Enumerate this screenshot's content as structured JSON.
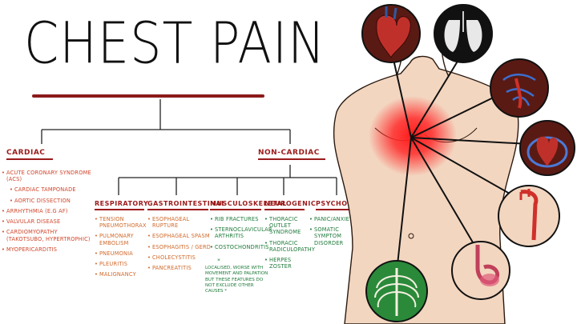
{
  "title": "CHEST PAIN",
  "cardiac": {
    "heading": "Cardiac",
    "items": [
      "Acute Coronary Syndrome (ACS)",
      "Cardiac Tamponade",
      "Aortic Dissection",
      "Arrhythmia (e.g AF)",
      "Valvular Disease",
      "Cardiomyopathy (Takotsubo, Hypertrophic)",
      "Myopericarditis"
    ]
  },
  "non_cardiac": {
    "heading": "Non-Cardiac",
    "respiratory": {
      "heading": "Respiratory",
      "items": [
        "Tension Pneumothorax",
        "Pulmonary Embolism",
        "Pneumonia",
        "Pleuritis",
        "Malignancy"
      ]
    },
    "gastrointestinal": {
      "heading": "Gastrointestinal",
      "items": [
        "Esophageal Rupture",
        "Esophageal Spasm",
        "Esophagitis / GERD",
        "Cholecystitis",
        "Pancreatitis"
      ]
    },
    "musculoskeletal": {
      "heading": "Musculoskeletal",
      "items": [
        "Rib Fractures",
        "Sternoclavicular Arthritis",
        "Costochondritis"
      ],
      "note_mark": "*",
      "note": "Localised, worse with movement and palpation but these features do not exclude other causes *"
    },
    "neurogenic": {
      "heading": "Neurogenic",
      "items": [
        "Thoracic Outlet Syndrome",
        "Thoracic Radiculopathy",
        "Herpes Zoster"
      ]
    },
    "psychogenic": {
      "heading": "Psychogenic",
      "items": [
        "Panic/Anxiety",
        "Somatic Symptom Disorder"
      ]
    }
  },
  "icons": [
    "heart-icon",
    "lungs-icon",
    "pulmonary-vessels-icon",
    "heart-valve-icon",
    "aorta-icon",
    "esophagus-stomach-icon",
    "ribcage-icon"
  ],
  "colors": {
    "cardiac": "#d0452b",
    "respiratory": "#d0692b",
    "musculoskeletal": "#1e7a3a",
    "heading": "#9b1b1b",
    "skin": "#f3d6c0",
    "pain": "#ff2a2a"
  }
}
